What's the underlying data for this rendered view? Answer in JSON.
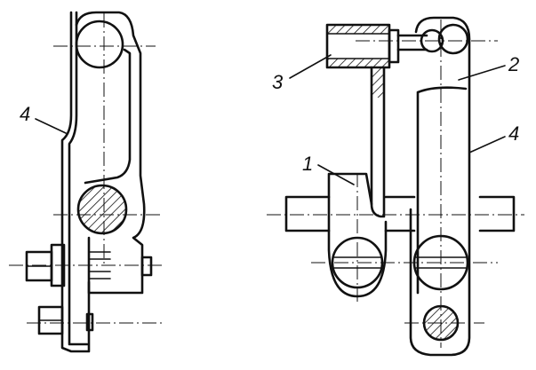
{
  "labels": {
    "left_4": "4",
    "right_3": "3",
    "right_2": "2",
    "right_4": "4",
    "right_1": "1"
  }
}
